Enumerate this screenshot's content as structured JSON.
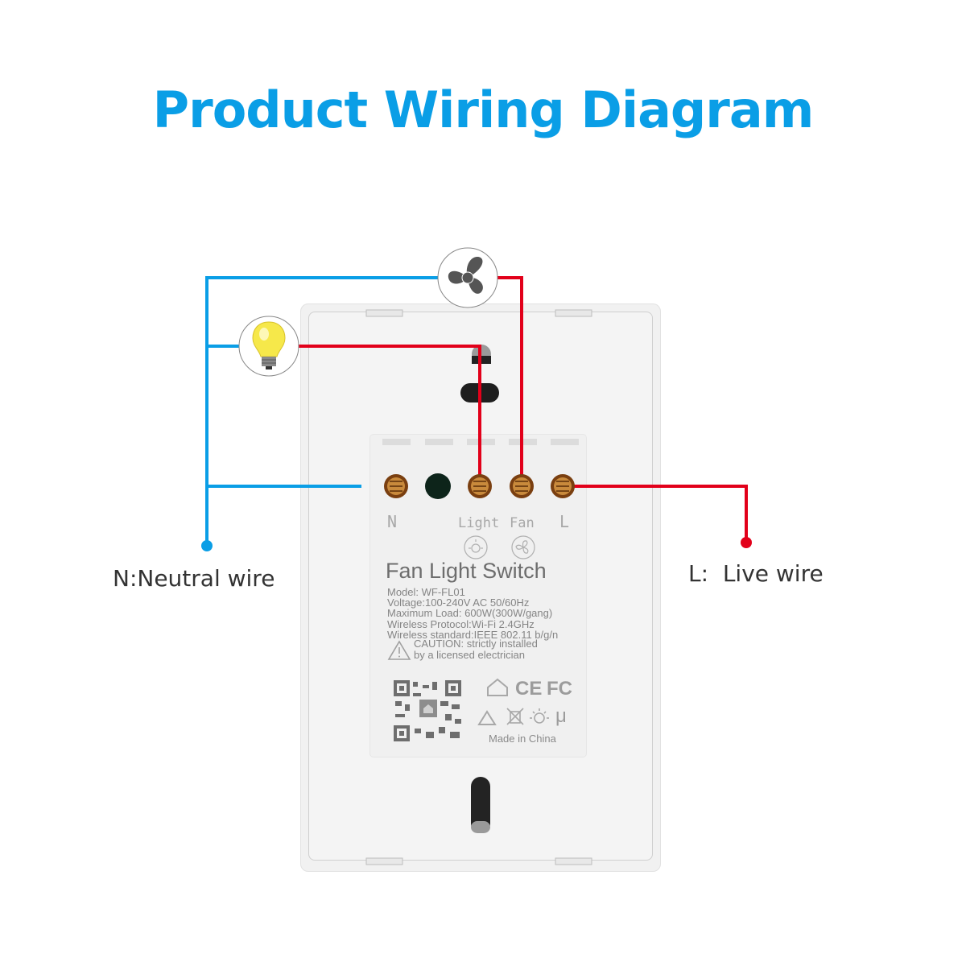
{
  "title": "Product Wiring Diagram",
  "colors": {
    "title": "#0a9ee6",
    "neutral_wire": "#0a9ee6",
    "live_wire": "#e2001a",
    "plate": "#f1f1f1"
  },
  "loads": [
    {
      "name": "light-bulb",
      "icon": "light-bulb-icon"
    },
    {
      "name": "fan",
      "icon": "fan-icon"
    }
  ],
  "terminals": [
    "N",
    "",
    "Light",
    "Fan",
    "L"
  ],
  "terminal_labels": {
    "n": "N",
    "light": "Light",
    "fan": "Fan",
    "l": "L"
  },
  "product": {
    "name": "Fan Light Switch",
    "specs": [
      "Model: WF-FL01",
      "Voltage:100-240V AC 50/60Hz",
      "Maximum Load: 600W(300W/gang)",
      "Wireless Protocol:Wi-Fi 2.4GHz",
      "Wireless standard:IEEE 802.11 b/g/n"
    ],
    "caution_line1": "CAUTION: strictly installed",
    "caution_line2": "by a licensed electrician",
    "certs": {
      "ce": "CE",
      "fc": "FC",
      "mu": "μ"
    },
    "made_in": "Made in China"
  },
  "wire_labels": {
    "neutral": "N:Neutral wire",
    "live": "L:  Live wire"
  }
}
